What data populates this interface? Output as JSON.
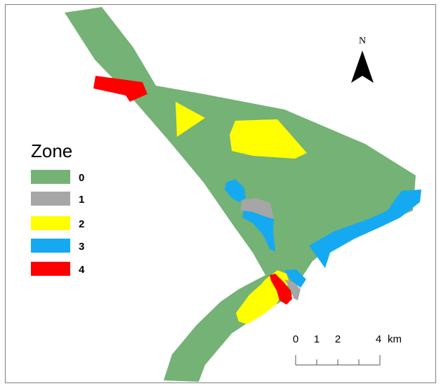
{
  "legend": {
    "title": "Zone",
    "items": [
      {
        "label": "0",
        "color": "#74b276"
      },
      {
        "label": "1",
        "color": "#a6a6a6"
      },
      {
        "label": "2",
        "color": "#ffff00"
      },
      {
        "label": "3",
        "color": "#15a9f2"
      },
      {
        "label": "4",
        "color": "#ff0000"
      }
    ]
  },
  "north_arrow": {
    "label": "N"
  },
  "scale_bar": {
    "ticks": [
      "0",
      "1",
      "2",
      "4"
    ],
    "unit": "km"
  },
  "colors": {
    "zone0": "#74b276",
    "zone1": "#a6a6a6",
    "zone2": "#ffff00",
    "zone3": "#15a9f2",
    "zone4": "#ff0000"
  }
}
